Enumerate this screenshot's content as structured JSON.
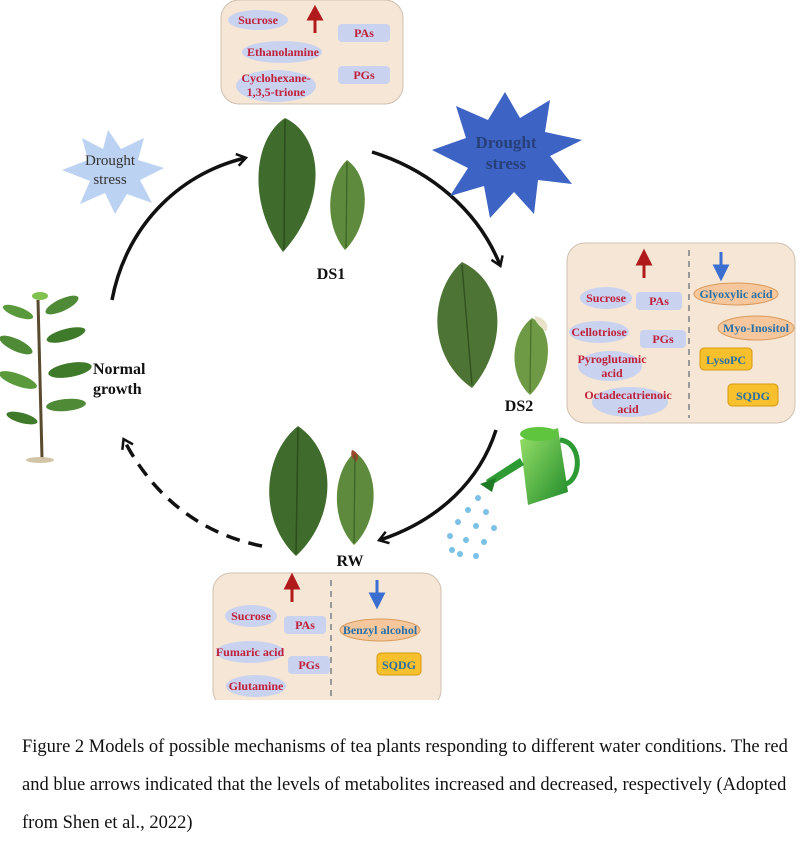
{
  "stages": {
    "ds1": "DS1",
    "ds2": "DS2",
    "rw": "RW",
    "normal_line1": "Normal",
    "normal_line2": "growth"
  },
  "stress": {
    "light_line1": "Drought",
    "light_line2": "stress",
    "dark_line1": "Drought",
    "dark_line2": "stress"
  },
  "ds1_panel": {
    "increased": [
      "Sucrose",
      "Ethanolamine",
      "Cyclohexane-",
      "1,3,5-trione"
    ],
    "pas": "PAs",
    "pgs": "PGs"
  },
  "ds2_panel": {
    "increased": [
      "Sucrose",
      "Cellotriose",
      "Pyroglutamic",
      "acid",
      "Octadecatrienoic",
      "acid"
    ],
    "pas": "PAs",
    "pgs": "PGs",
    "decreased": [
      "Glyoxylic acid",
      "Myo-Inositol",
      "LysoPC",
      "SQDG"
    ]
  },
  "rw_panel": {
    "increased": [
      "Sucrose",
      "Fumaric acid",
      "Glutamine"
    ],
    "pas": "PAs",
    "pgs": "PGs",
    "decreased": [
      "Benzyl alcohol",
      "SQDG"
    ]
  },
  "caption": "Figure 2 Models of possible mechanisms of tea plants responding to different water conditions. The red and blue arrows indicated that the levels of metabolites increased and decreased, respectively (Adopted from Shen et al., 2022)",
  "colors": {
    "panel_fill": "#f5e6d6",
    "ellipse_blue": "#c9d2ee",
    "ellipse_orange": "#f6c79c",
    "box_yellow": "#f7c02c",
    "up_arrow": "#b01a1a",
    "down_arrow": "#3a6fd1",
    "leaf_dark": "#3f6b2c",
    "star_light": "#bcd2f2",
    "star_dark": "#3d63c4"
  }
}
